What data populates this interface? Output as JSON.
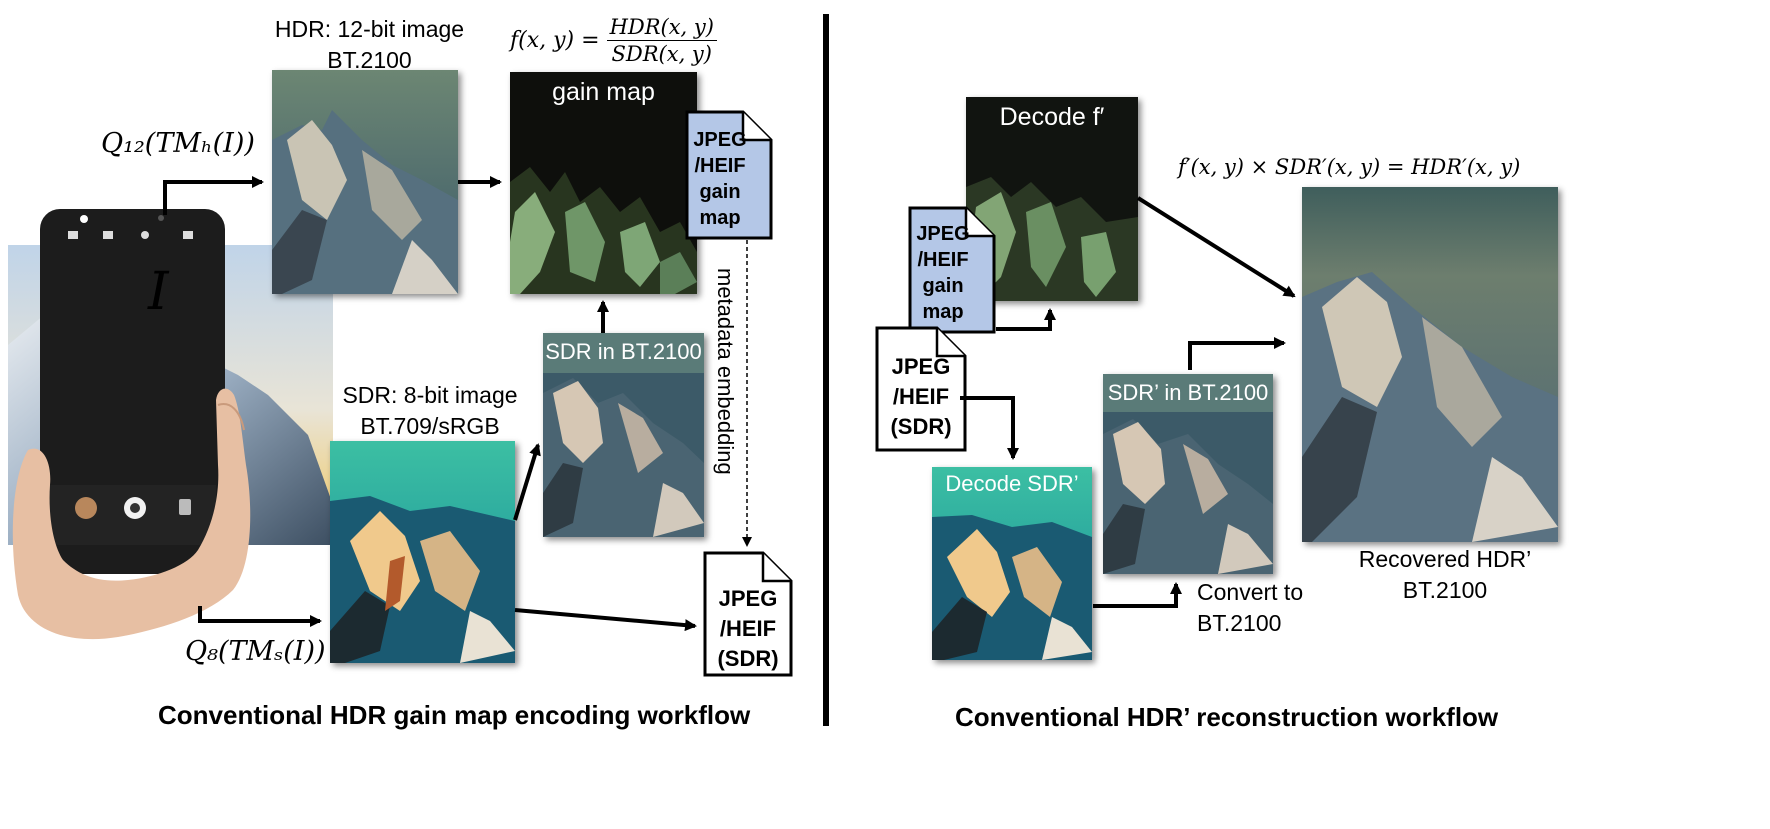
{
  "left": {
    "hdr_label": "HDR: 12-bit image",
    "hdr_label2": "BT.2100",
    "q12": "Q₁₂(TMₕ(I))",
    "formula_lhs": "f(x, y) =",
    "formula_num": "HDR(x, y)",
    "formula_den": "SDR(x, y)",
    "gain_map_title": "gain map",
    "gain_doc": [
      "JPEG",
      "/HEIF",
      "gain",
      "map"
    ],
    "metadata": "metadata embedding",
    "sdr2100_title": "SDR in BT.2100",
    "sdr_label": "SDR: 8-bit image",
    "sdr_label2": "BT.709/sRGB",
    "phone_letter": "I",
    "q8": "Q₈(TMₛ(I))",
    "sdr_doc": [
      "JPEG",
      "/HEIF",
      "(SDR)"
    ],
    "caption": "Conventional HDR gain map encoding workflow"
  },
  "right": {
    "decode_f": "Decode f′",
    "gain_doc": [
      "JPEG",
      "/HEIF",
      "gain",
      "map"
    ],
    "sdr_doc": [
      "JPEG",
      "/HEIF",
      "(SDR)"
    ],
    "formula": "f′(x, y) × SDR′(x, y) = HDR′(x, y)",
    "decode_sdr": "Decode SDR’",
    "sdr2100_title": "SDR’ in BT.2100",
    "convert1": "Convert to",
    "convert2": "BT.2100",
    "recovered1": "Recovered HDR’",
    "recovered2": "BT.2100",
    "caption": "Conventional HDR’ reconstruction workflow"
  }
}
